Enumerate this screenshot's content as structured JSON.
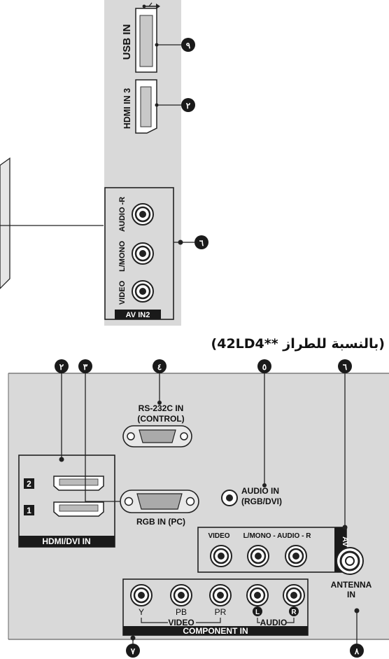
{
  "side_panel": {
    "usb_label": "USB IN",
    "hdmi3_label": "HDMI IN 3",
    "audio_label": "AUDIO -R",
    "lmono_label": "L/MONO",
    "video_label": "VIDEO",
    "avin2_label": "AV IN2"
  },
  "caption": "(بالنسبة للطراز **42LD4)",
  "rear_panel": {
    "rs232_label": "RS-232C IN",
    "rs232_sub": "(CONTROL)",
    "rgb_label": "RGB IN (PC)",
    "audio_in_label": "AUDIO IN",
    "audio_in_sub": "(RGB/DVI)",
    "hdmi_1": "1",
    "hdmi_2": "2",
    "hdmi_dvi_label": "HDMI/DVI IN",
    "av1_video": "VIDEO",
    "av1_audio": "L/MONO - AUDIO - R",
    "avin1_label": "AV IN 1",
    "comp_y": "Y",
    "comp_pb": "PB",
    "comp_pr": "PR",
    "comp_l": "L",
    "comp_r": "R",
    "comp_video": "VIDEO",
    "comp_audio": "AUDIO",
    "component_label": "COMPONENT IN",
    "antenna_label": "ANTENNA",
    "antenna_sub": "IN"
  },
  "callouts": {
    "usb": "٩",
    "hdmi3": "٢",
    "av2": "٦",
    "hdmi": "٢",
    "rgb": "٣",
    "rs232": "٤",
    "audio_in": "٥",
    "av1": "٦",
    "component": "٧",
    "antenna": "٨"
  },
  "colors": {
    "panel": "#d9d9d9",
    "frame": "#1a1a1a",
    "label_bg": "#1a1a1a",
    "label_text": "#ffffff"
  }
}
